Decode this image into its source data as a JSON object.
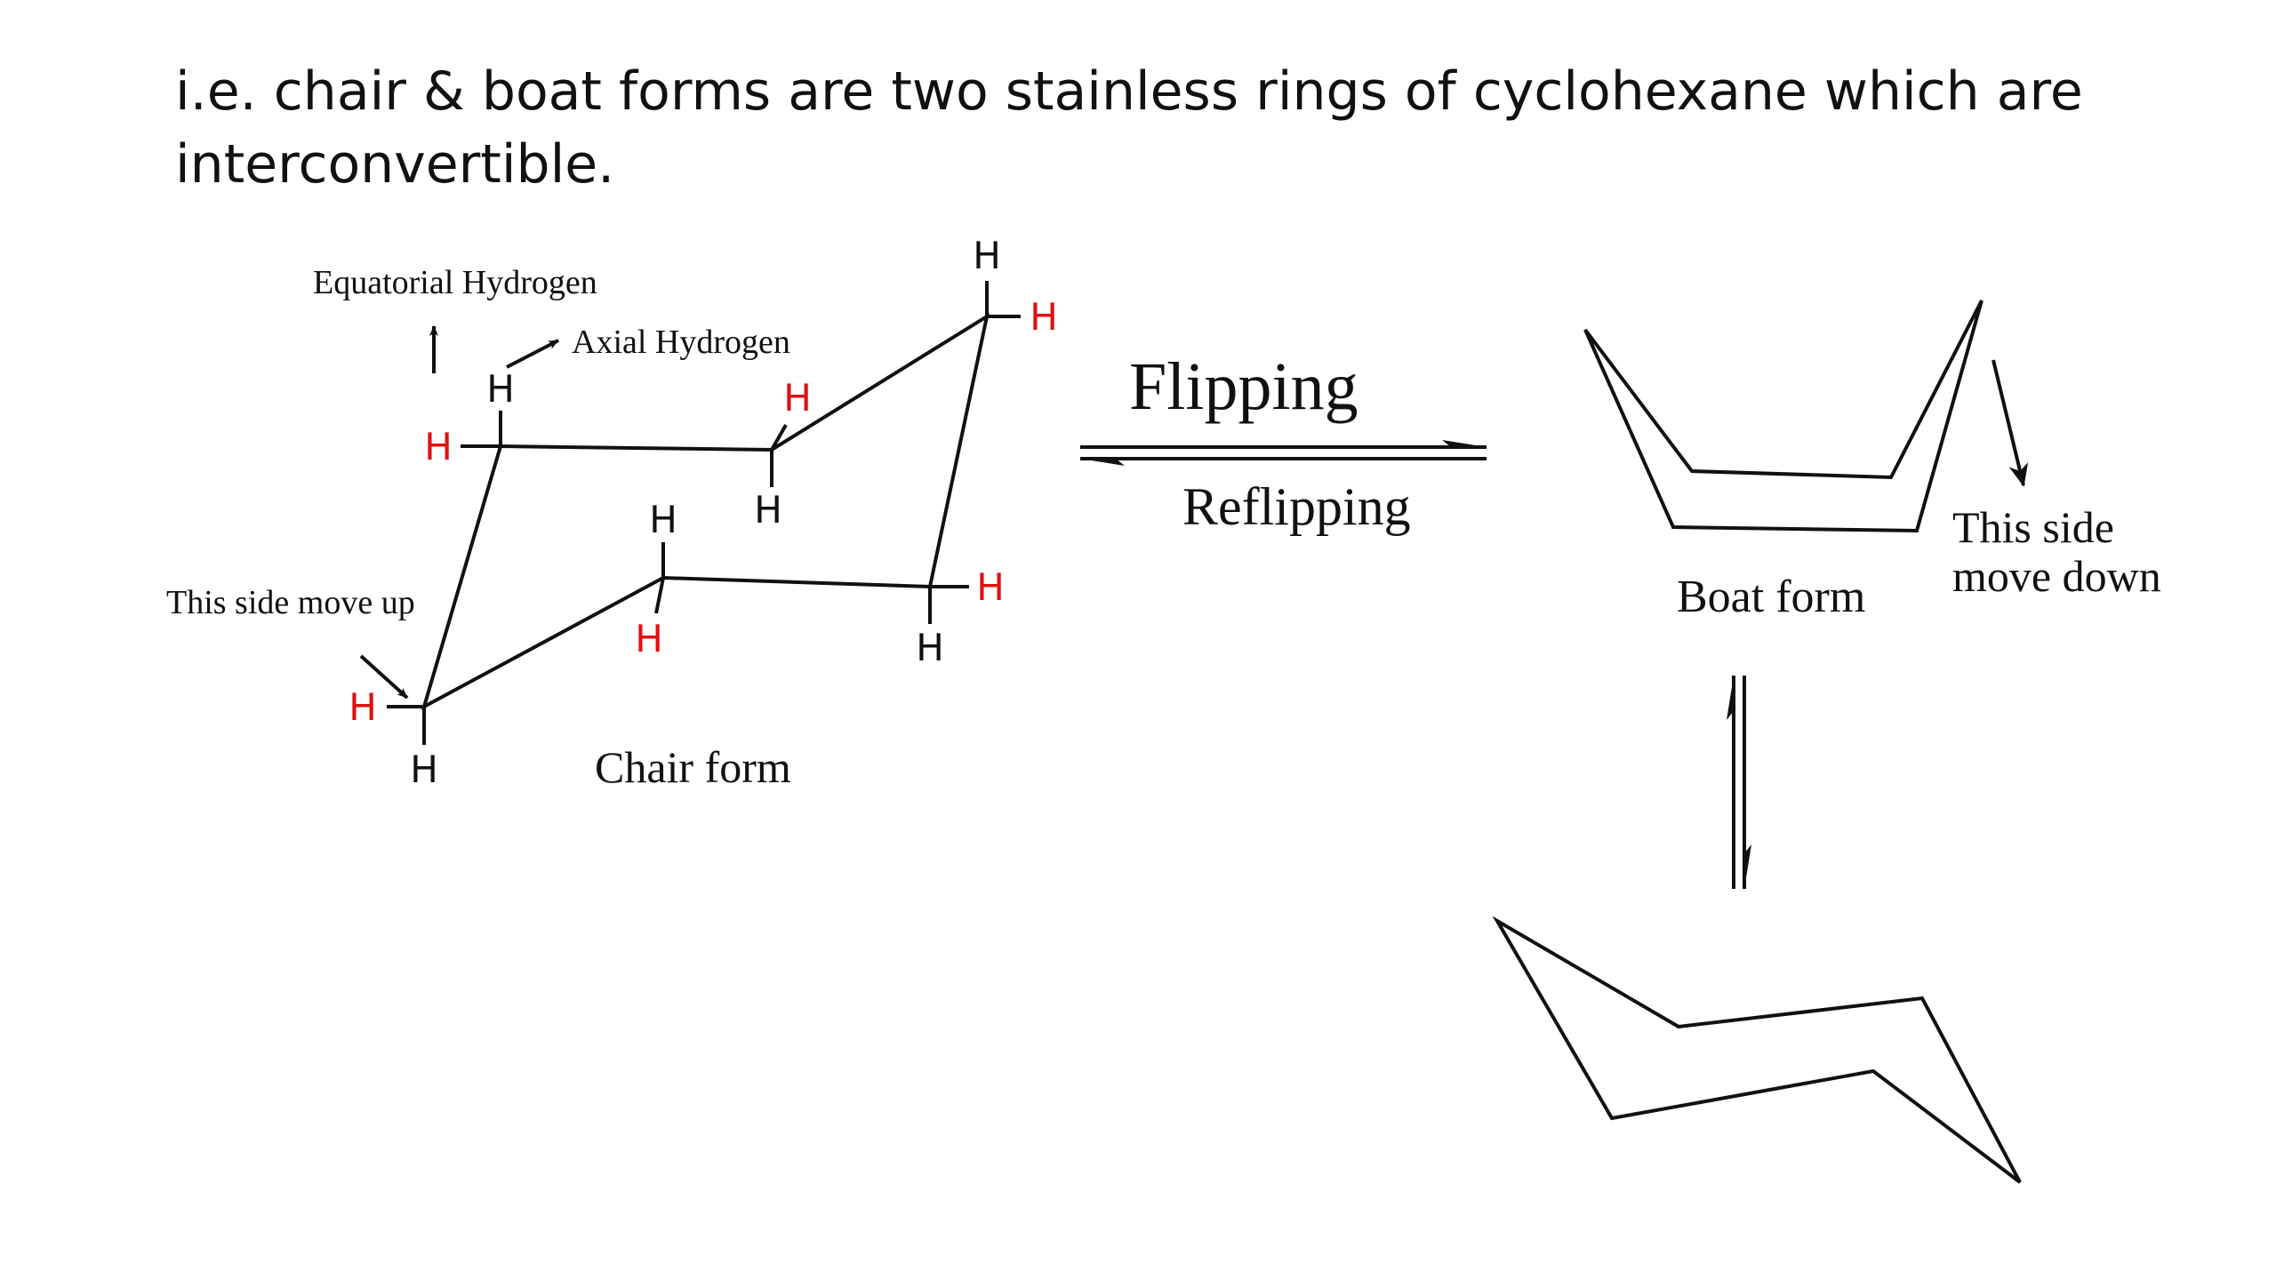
{
  "slide": {
    "heading_line1": "i.e. chair & boat forms are two stainless rings of cyclohexane which are",
    "heading_line2": "interconvertible."
  },
  "chair": {
    "label_equatorial": "Equatorial Hydrogen",
    "label_axial": "Axial Hydrogen",
    "label_move_up": "This side move up",
    "label_form": "Chair form",
    "atom_symbol": "H"
  },
  "equilibrium": {
    "forward_label": "Flipping",
    "reverse_label": "Reflipping"
  },
  "boat": {
    "label_form": "Boat form",
    "label_move_down_line1": "This side",
    "label_move_down_line2": "move down"
  },
  "colors": {
    "text": "#111111",
    "equatorial_hydrogen": "#e01010",
    "background": "#ffffff"
  }
}
